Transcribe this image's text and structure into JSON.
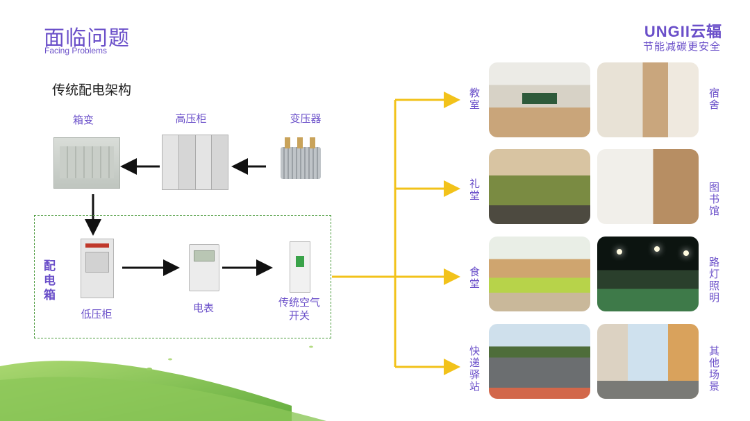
{
  "header": {
    "title": "面临问题",
    "subtitle": "Facing Problems",
    "logo": "UNGII云辐",
    "tagline": "节能减碳更安全"
  },
  "diagram": {
    "section_title": "传统配电架构",
    "nodes": {
      "box_transformer": "箱变",
      "hv_cabinet": "高压柜",
      "transformer": "变压器",
      "lv_cabinet": "低压柜",
      "meter": "电表",
      "breaker": "传统空气开关"
    },
    "group_label": "配电箱",
    "scenes": [
      {
        "label": "教室"
      },
      {
        "label": "宿舍"
      },
      {
        "label": "礼堂"
      },
      {
        "label": "图书馆"
      },
      {
        "label": "食堂"
      },
      {
        "label": "路灯照明"
      },
      {
        "label": "快递驿站"
      },
      {
        "label": "其他场景"
      }
    ]
  },
  "colors": {
    "accent": "#6a4fc9",
    "connector": "#f2c21a",
    "group_border": "#4a9a3c"
  }
}
